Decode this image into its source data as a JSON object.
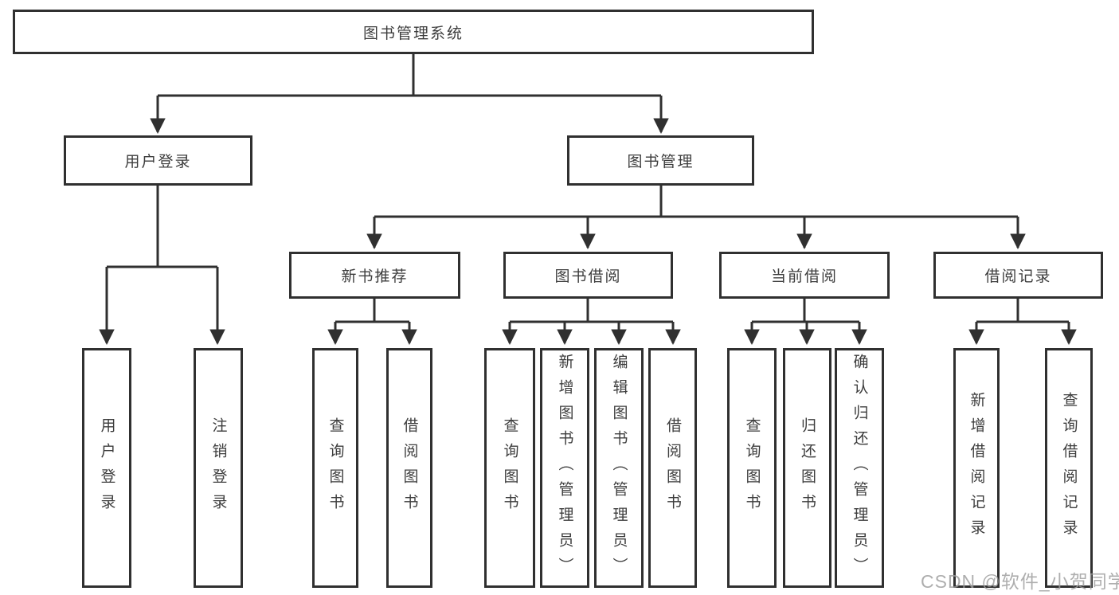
{
  "colors": {
    "line": "#303030",
    "text": "#3d3d3d",
    "background": "#ffffff",
    "watermark": "#9d9d9d"
  },
  "tree": {
    "root": {
      "label": "图书管理系统"
    },
    "branches": [
      {
        "label": "用户登录",
        "leaves": [
          {
            "label": "用户登录"
          },
          {
            "label": "注销登录"
          }
        ]
      },
      {
        "label": "图书管理",
        "sections": [
          {
            "label": "新书推荐",
            "leaves": [
              {
                "label": "查询图书"
              },
              {
                "label": "借阅图书"
              }
            ]
          },
          {
            "label": "图书借阅",
            "leaves": [
              {
                "label": "查询图书"
              },
              {
                "label": "新增图书（管理员）"
              },
              {
                "label": "编辑图书（管理员）"
              },
              {
                "label": "借阅图书"
              }
            ]
          },
          {
            "label": "当前借阅",
            "leaves": [
              {
                "label": "查询图书"
              },
              {
                "label": "归还图书"
              },
              {
                "label": "确认归还（管理员）"
              }
            ]
          },
          {
            "label": "借阅记录",
            "leaves": [
              {
                "label": "新增借阅记录"
              },
              {
                "label": "查询借阅记录"
              }
            ]
          }
        ]
      }
    ]
  },
  "watermark": {
    "text": "CSDN @软件_小贺同学"
  }
}
